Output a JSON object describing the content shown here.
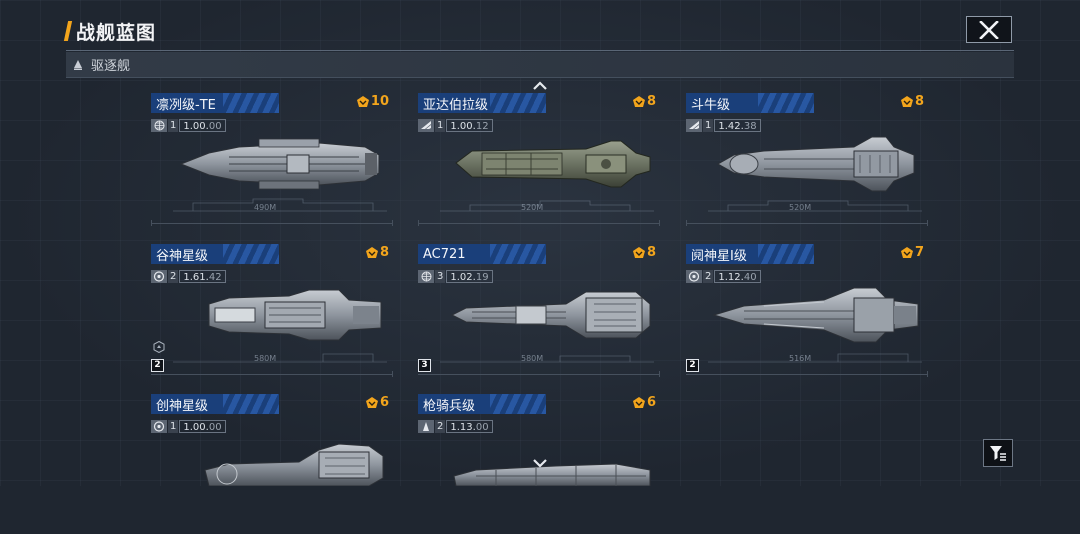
{
  "header": {
    "title": "战舰蓝图"
  },
  "category": {
    "label": "驱逐舰"
  },
  "colors": {
    "accent": "#f3a51c",
    "name_plate": "#1a3f7a",
    "background": "#1f2630"
  },
  "cards": [
    {
      "name": "凛冽级-TE",
      "cost": "10",
      "type_icon": "globe-icon",
      "tier": "1",
      "ver_major": "1.00",
      "ver_minor": "00",
      "length": "490M",
      "badge": ""
    },
    {
      "name": "亚达伯拉级",
      "cost": "8",
      "type_icon": "wing-icon",
      "tier": "1",
      "ver_major": "1.00",
      "ver_minor": "12",
      "length": "520M",
      "badge": ""
    },
    {
      "name": "斗牛级",
      "cost": "8",
      "type_icon": "wing-icon",
      "tier": "1",
      "ver_major": "1.42",
      "ver_minor": "38",
      "length": "520M",
      "badge": ""
    },
    {
      "name": "谷神星级",
      "cost": "8",
      "type_icon": "gear-icon",
      "tier": "2",
      "ver_major": "1.61",
      "ver_minor": "42",
      "length": "580M",
      "badge": "2"
    },
    {
      "name": "AC721",
      "cost": "8",
      "type_icon": "globe-icon",
      "tier": "3",
      "ver_major": "1.02",
      "ver_minor": "19",
      "length": "580M",
      "badge": "3"
    },
    {
      "name": "阋神星I级",
      "cost": "7",
      "type_icon": "gear-icon",
      "tier": "2",
      "ver_major": "1.12",
      "ver_minor": "40",
      "length": "516M",
      "badge": "2"
    },
    {
      "name": "创神星级",
      "cost": "6",
      "type_icon": "gear-icon",
      "tier": "1",
      "ver_major": "1.00",
      "ver_minor": "00",
      "length": "",
      "badge": ""
    },
    {
      "name": "枪骑兵级",
      "cost": "6",
      "type_icon": "dagger-icon",
      "tier": "2",
      "ver_major": "1.13",
      "ver_minor": "00",
      "length": "",
      "badge": ""
    }
  ]
}
